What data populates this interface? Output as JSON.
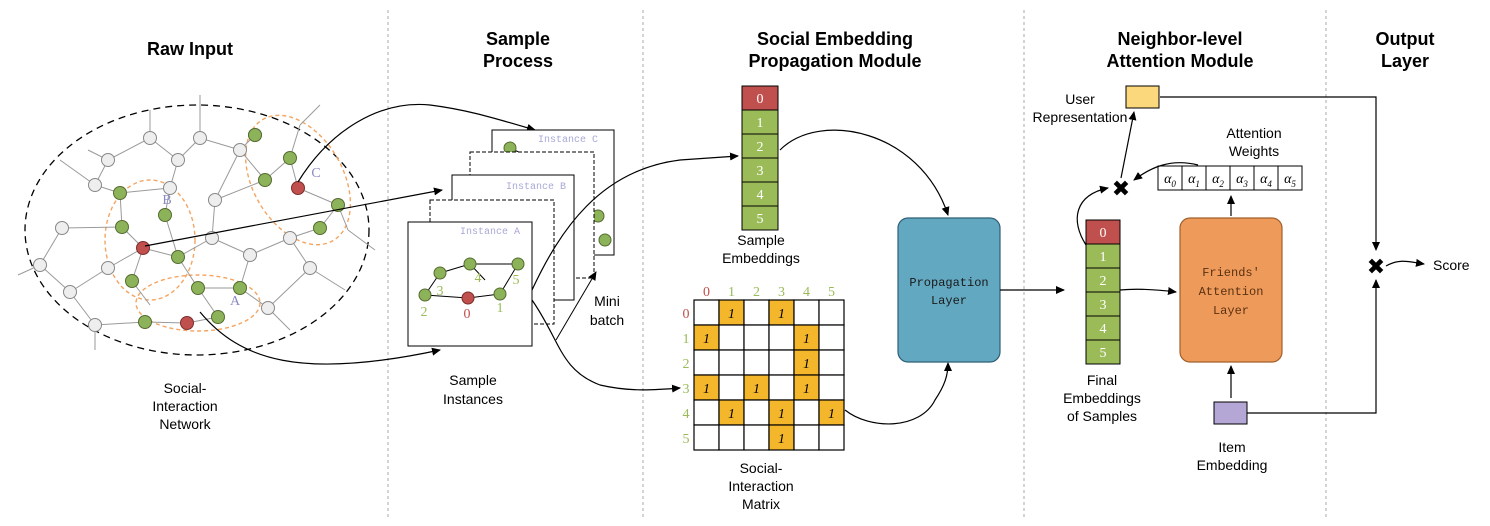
{
  "sections": {
    "raw_input": [
      "Raw Input"
    ],
    "sample_process": [
      "Sample",
      "Process"
    ],
    "propagation": [
      "Social Embedding",
      "Propagation Module"
    ],
    "attention": [
      "Neighbor-level",
      "Attention Module"
    ],
    "output": [
      "Output",
      "Layer"
    ]
  },
  "raw_input": {
    "caption": [
      "Social-",
      "Interaction",
      "Network"
    ],
    "group_labels": [
      "B",
      "C",
      "A"
    ]
  },
  "sample_process": {
    "instances": [
      "Instance A",
      "Instance B",
      "Instance C"
    ],
    "node_labels": [
      "3",
      "4",
      "5",
      "2",
      "0",
      "1"
    ],
    "mini_batch": [
      "Mini",
      "batch"
    ],
    "caption": [
      "Sample",
      "Instances"
    ]
  },
  "propagation": {
    "embedding_cells": [
      "0",
      "1",
      "2",
      "3",
      "4",
      "5"
    ],
    "embedding_caption": [
      "Sample",
      "Embeddings"
    ],
    "matrix_col_headers": [
      "0",
      "1",
      "2",
      "3",
      "4",
      "5"
    ],
    "matrix_row_headers": [
      "0",
      "1",
      "2",
      "3",
      "4",
      "5"
    ],
    "matrix_cell_value": "1",
    "matrix": [
      [
        0,
        1,
        0,
        1,
        0,
        0
      ],
      [
        1,
        0,
        0,
        0,
        1,
        0
      ],
      [
        0,
        0,
        0,
        0,
        1,
        0
      ],
      [
        1,
        0,
        1,
        0,
        1,
        0
      ],
      [
        0,
        1,
        0,
        1,
        0,
        1
      ],
      [
        0,
        0,
        0,
        1,
        0,
        0
      ]
    ],
    "matrix_caption": [
      "Social-",
      "Interaction",
      "Matrix"
    ],
    "layer_label": [
      "Propagation",
      "Layer"
    ]
  },
  "attention": {
    "user_repr": [
      "User",
      "Representation"
    ],
    "weights_title": [
      "Attention",
      "Weights"
    ],
    "weights": [
      "α0",
      "α1",
      "α2",
      "α3",
      "α4",
      "α5"
    ],
    "final_cells": [
      "0",
      "1",
      "2",
      "3",
      "4",
      "5"
    ],
    "final_caption": [
      "Final",
      "Embeddings",
      "of Samples"
    ],
    "layer_label": [
      "Friends'",
      "Attention",
      "Layer"
    ],
    "item_caption": [
      "Item",
      "Embedding"
    ]
  },
  "output": {
    "score": "Score"
  },
  "colors": {
    "green": "#9bbb59",
    "green_node": "#8db35a",
    "red": "#c0504d",
    "yellow": "#f9c74f",
    "matrix_one": "#f4b72c",
    "teal": "#62a8c1",
    "orange": "#ee9a5a",
    "user_yellow": "#fbd87b",
    "item_purple": "#b4a7d6",
    "dashed_orange": "#f4a460",
    "light_node": "#eeeeee"
  }
}
